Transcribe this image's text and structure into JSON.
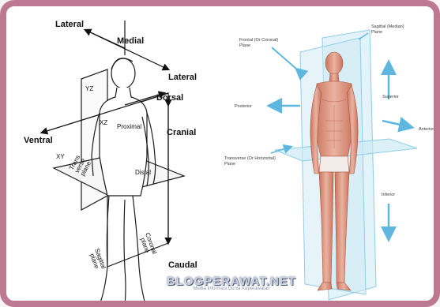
{
  "left_diagram": {
    "labels": {
      "lateral_left": "Lateral",
      "medial": "Medial",
      "lateral_right": "Lateral",
      "dorsal": "Dorsal",
      "ventral": "Ventral",
      "cranial": "Cranial",
      "caudal": "Caudal",
      "proximal": "Proximal",
      "distal": "Distal",
      "yz": "YZ",
      "xz": "XZ",
      "xy": "XY",
      "transverse_plane_1": "Trans",
      "transverse_plane_2": "verse",
      "transverse_plane_3": "plane",
      "sagittal_plane_1": "Sagittal",
      "sagittal_plane_2": "plane",
      "coronal_plane_1": "Coronal",
      "coronal_plane_2": "plane"
    }
  },
  "right_diagram": {
    "labels": {
      "frontal_plane_1": "Frontal (Or Coronal)",
      "frontal_plane_2": "Plane",
      "sagittal_plane_1": "Sagittal (Median)",
      "sagittal_plane_2": "Plane",
      "superior": "Superior",
      "posterior": "Posterior",
      "anterior": "Anterior",
      "transverse_plane_1": "Transverse (Or Horizontal)",
      "transverse_plane_2": "Plane",
      "inferior": "Inferior"
    },
    "colors": {
      "arrow": "#5fb7e0",
      "plane": "#bfe4f2",
      "skin": "#d9927c"
    }
  },
  "watermark": {
    "main": "BLOGPERAWAT.NET",
    "sub": "Media Informasi Dunia Keperawatan"
  },
  "frame": {
    "border_color": "#bd7892"
  }
}
